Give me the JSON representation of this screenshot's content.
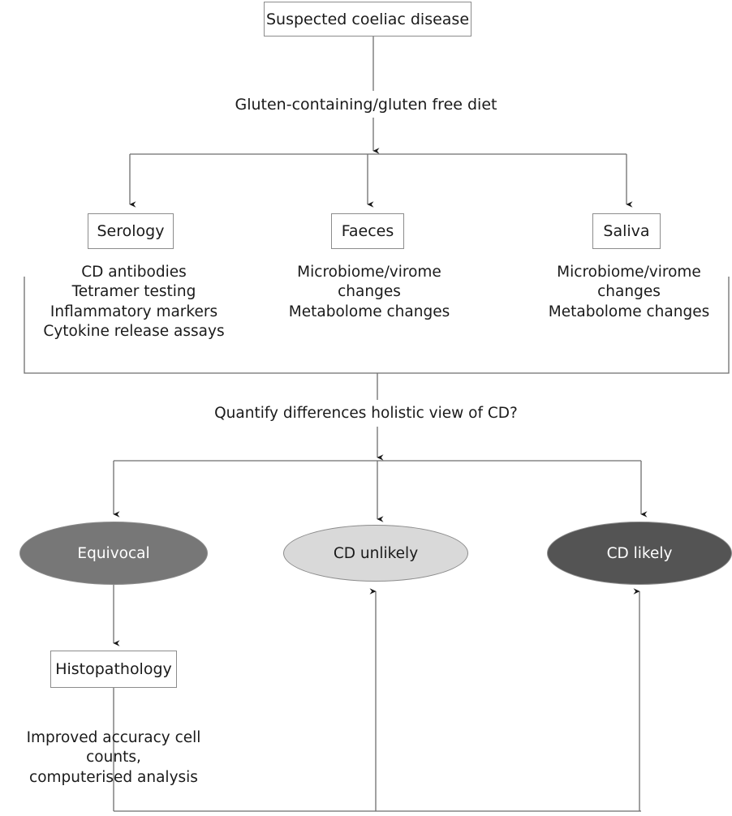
{
  "diagram": {
    "title": "Suspected coeliac disease diagnostic pathway",
    "colors": {
      "line": "#6e6e6e",
      "box_border": "#8c8c8c",
      "text": "#1a1a1a",
      "equivocal_fill": "#777777",
      "cd_unlikely_fill": "#d9d9d9",
      "cd_likely_fill": "#545454"
    }
  },
  "nodes": {
    "suspected": "Suspected coeliac disease",
    "diet_label": "Gluten-containing/gluten free diet",
    "serology": "Serology",
    "faeces": "Faeces",
    "saliva": "Saliva",
    "serology_detail": "CD antibodies\nTetramer testing\nInflammatory markers\nCytokine release assays",
    "faeces_detail": "Microbiome/virome\nchanges\nMetabolome changes",
    "saliva_detail": "Microbiome/virome\nchanges\nMetabolome changes",
    "quantify_label": "Quantify differences  holistic view of CD?",
    "equivocal": "Equivocal",
    "cd_unlikely": "CD unlikely",
    "cd_likely": "CD likely",
    "histopathology": "Histopathology",
    "histopathology_detail": "Improved accuracy cell counts,\ncomputerised analysis"
  }
}
